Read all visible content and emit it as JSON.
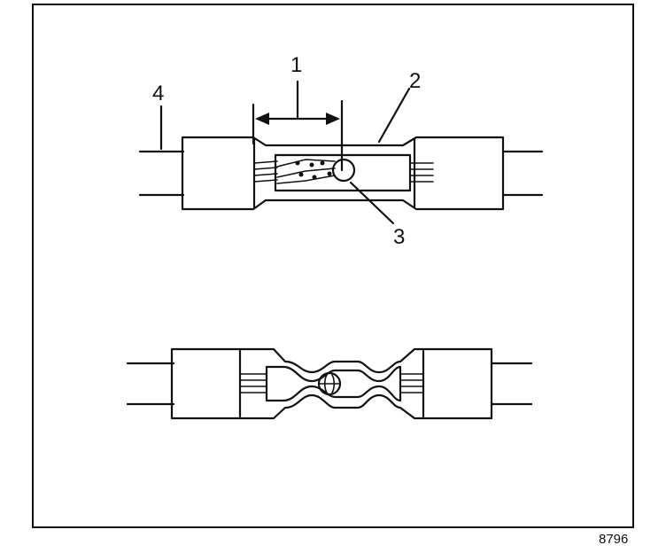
{
  "callouts": {
    "label_1": "1",
    "label_2": "2",
    "label_3": "3",
    "label_4": "4"
  },
  "figure_number": "8796",
  "colors": {
    "ink": "#111111",
    "background": "#ffffff"
  }
}
